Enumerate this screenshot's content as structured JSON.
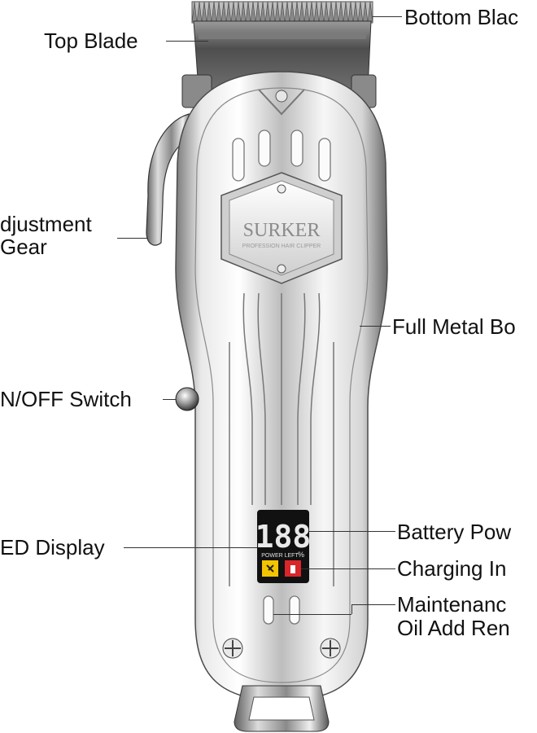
{
  "product": {
    "brand": "SURKER",
    "tagline": "PROFESSION HAIR CLIPPER",
    "display_digits": "188",
    "display_caption": "POWER LEFT",
    "display_percent": "%"
  },
  "callouts": {
    "bottom_blade": "Bottom Blac",
    "top_blade": "Top Blade",
    "adjustment_gear_line1": "djustment",
    "adjustment_gear_line2": "Gear",
    "full_metal_body": "Full Metal Bo",
    "on_off_switch": "N/OFF Switch",
    "battery_power": "Battery Pow",
    "led_display": "ED Display",
    "charging_indicator": "Charging In",
    "maintenance_line1": "Maintenanc",
    "maintenance_line2": "Oil Add Ren"
  },
  "colors": {
    "background": "#ffffff",
    "metal_light": "#f2f2f2",
    "metal_dark": "#6e6e6e",
    "blade_dark": "#5a5a5a",
    "display_bg": "#111111",
    "display_digits": "#e9e9e9",
    "indicator_yellow": "#f5c400",
    "indicator_red": "#d8262b"
  }
}
